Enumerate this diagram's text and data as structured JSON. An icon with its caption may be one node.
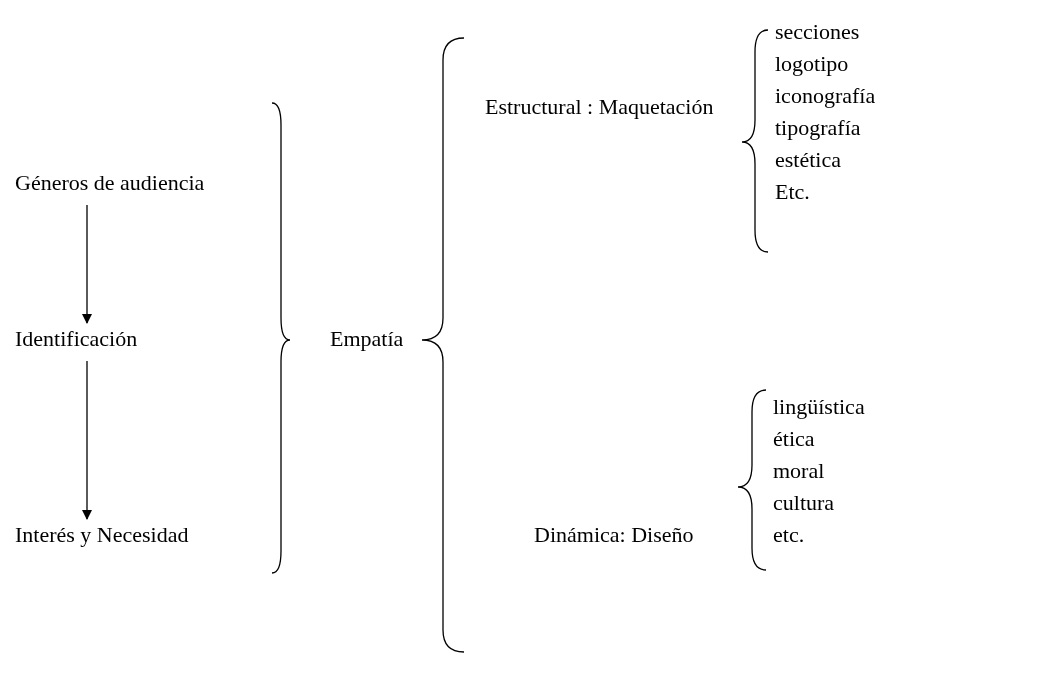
{
  "diagram": {
    "nodes": [
      {
        "text": [
          "Géneros de audiencia"
        ]
      },
      {
        "text": [
          "Identificación"
        ]
      },
      {
        "text": [
          "Interés y Necesidad"
        ]
      },
      {
        "text": [
          "Empatía"
        ]
      },
      {
        "text": [
          "Estructural : Maquetación"
        ]
      },
      {
        "text": [
          "Dinámica: Diseño"
        ]
      }
    ],
    "edges": [
      {
        "from": 0,
        "to": 1,
        "arrow": "to"
      },
      {
        "from": 1,
        "to": 2,
        "arrow": "to"
      }
    ],
    "labels": [
      "secciones",
      "logotipo",
      "iconografía",
      "tipografía",
      "estética",
      "Etc.",
      "lingüística",
      "ética",
      "moral",
      "cultura",
      "etc."
    ]
  }
}
